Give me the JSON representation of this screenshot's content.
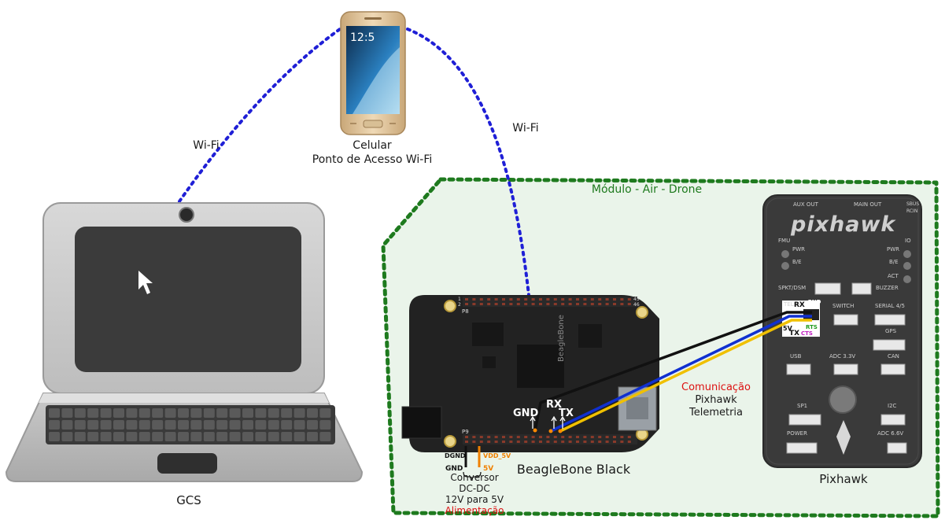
{
  "title_module": "Módulo - Air - Drone",
  "wifi_left": "Wi-Fi",
  "wifi_right": "Wi-Fi",
  "phone": {
    "label_line1": "Celular",
    "label_line2": "Ponto de Acesso Wi-Fi",
    "screen_time": "12:5"
  },
  "laptop": {
    "label": "GCS"
  },
  "beaglebone": {
    "label": "BeagleBone Black",
    "silk_text": "BeagleBone",
    "p8": "P8",
    "p9": "P9",
    "pin1": "1",
    "pin2": "2",
    "pin45": "45",
    "pin46": "46",
    "gnd": "GND",
    "rx": "RX",
    "tx": "TX"
  },
  "pixhawk": {
    "label": "Pixhawk",
    "logo": "pixhawk",
    "aux_out": "AUX OUT",
    "main_out": "MAIN OUT",
    "sbus": "SBUS",
    "rcin": "RCIN",
    "fmu": "FMU",
    "pwr_l": "PWR",
    "be_l": "B/E",
    "io": "IO",
    "pwr_r": "PWR",
    "be_r": "B/E",
    "act": "ACT",
    "spkt": "SPKT/DSM",
    "buzzer": "BUZZER",
    "telem": "TELEM",
    "switch": "SWITCH",
    "serial": "SERIAL 4/5",
    "gps": "GPS",
    "usb": "USB",
    "adc33": "ADC 3.3V",
    "can": "CAN",
    "sp1": "SP1",
    "i2c": "I2C",
    "power": "POWER",
    "adc66": "ADC 6.6V",
    "pin_rx": "RX",
    "pin_gnd": "GND",
    "pin_5v": "5V",
    "pin_tx": "TX",
    "pin_rts": "RTS",
    "pin_cts": "CTS"
  },
  "comm": {
    "line1": "Comunicação",
    "line2": "Pixhawk",
    "line3": "Telemetria"
  },
  "power": {
    "dgnd": "DGND",
    "vdd": "VDD_5V",
    "gnd": "GND",
    "v5": "5V",
    "line1": "Conversor",
    "line2": "DC-DC",
    "line3": "12V para 5V",
    "line4": "Alimentação"
  },
  "colors": {
    "module_border": "#1e7a1e",
    "module_fill": "#eaf4ea",
    "wifi_link": "#1f1fd6",
    "accent_red": "#dd1111",
    "wire_black": "#111111",
    "wire_blue": "#1030d0",
    "wire_yellow": "#f0c000",
    "wire_orange": "#f08000"
  }
}
